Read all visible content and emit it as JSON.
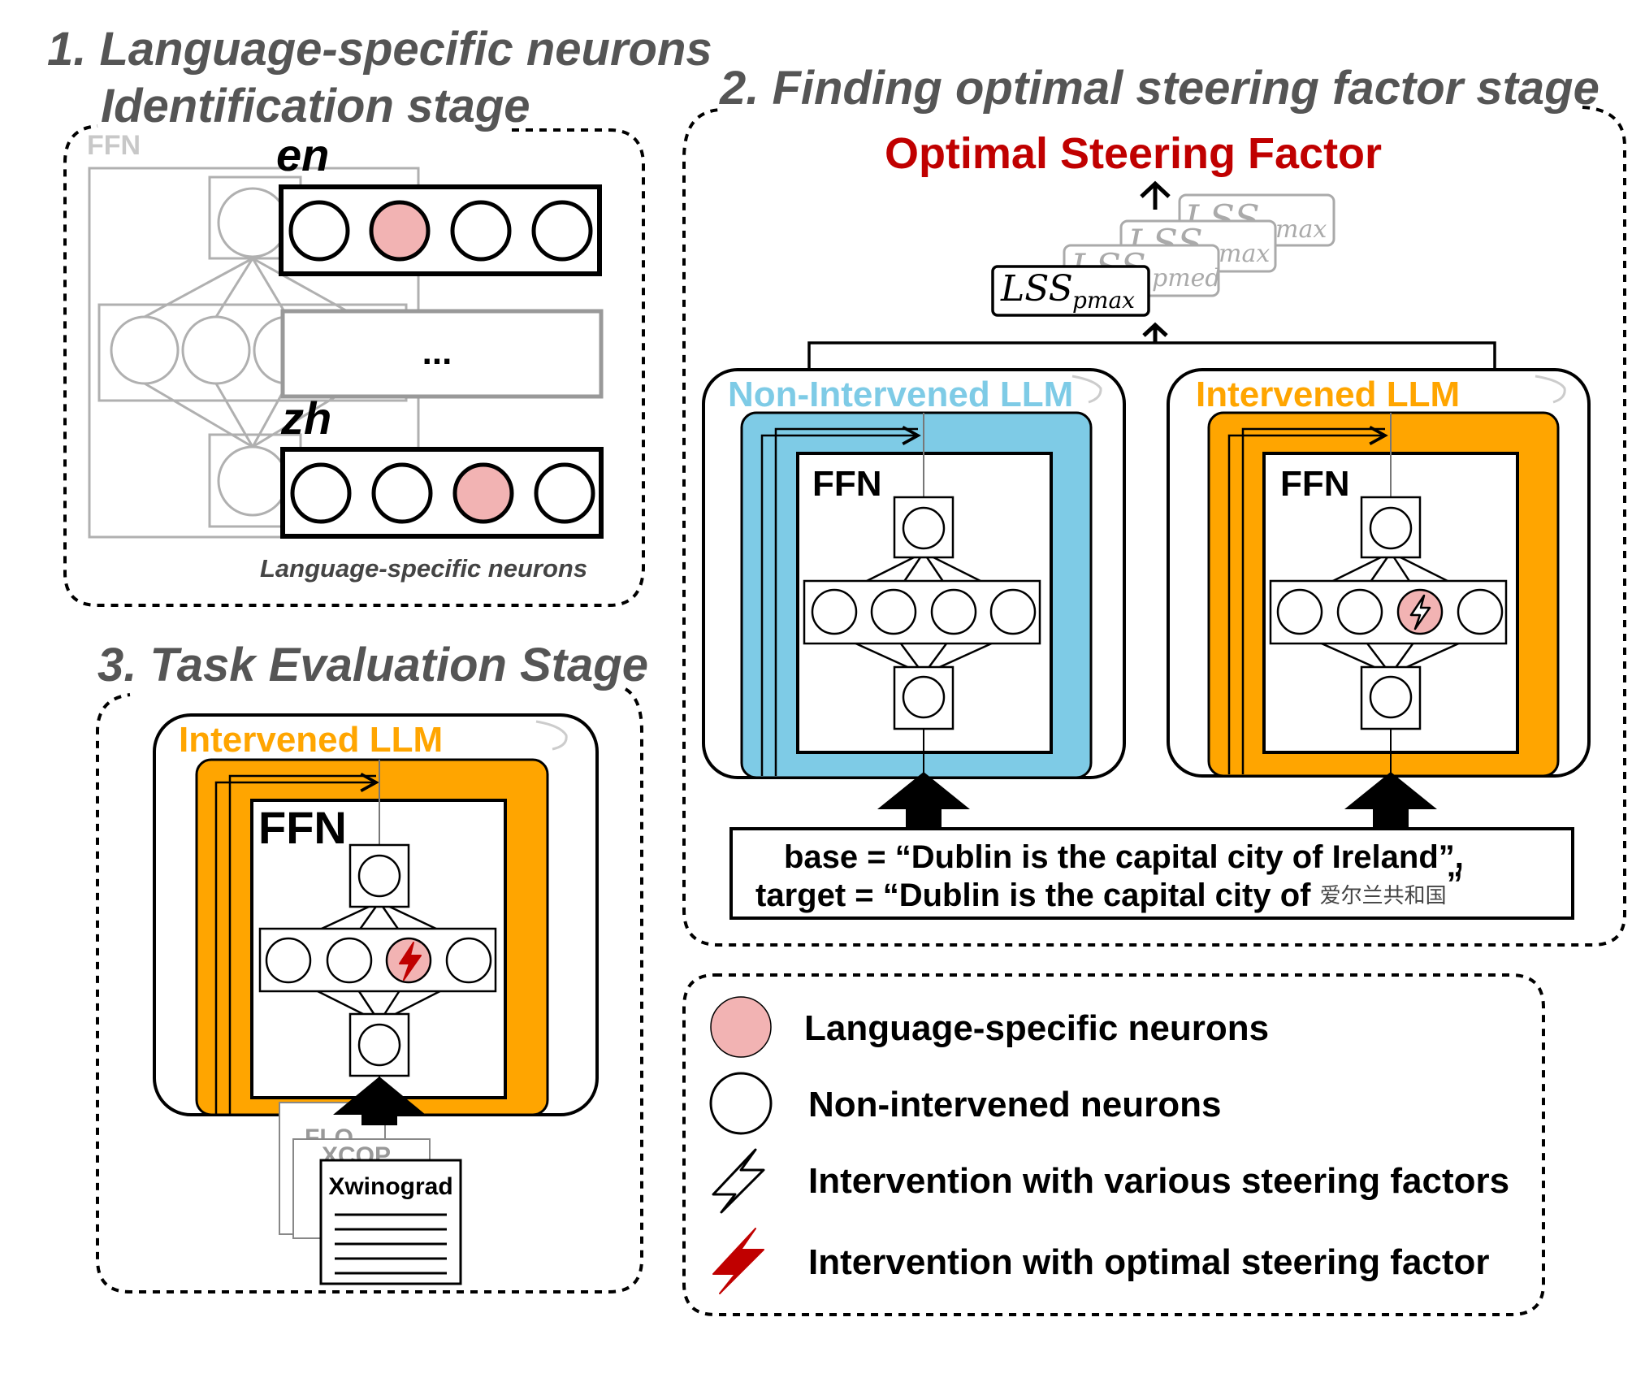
{
  "stage1": {
    "title_line1": "1. Language-specific neurons",
    "title_line2": "Identification stage",
    "ffn_label": "FFN",
    "lang_en": "en",
    "lang_zh": "zh",
    "ellipsis": "...",
    "caption": "Language-specific neurons"
  },
  "stage2": {
    "title": "2. Finding optimal steering factor stage",
    "optimal_label": "Optimal Steering Factor",
    "lss_main": "LSS",
    "lss_main_sub": "pmax",
    "lss_card2_sub": "pmed",
    "lss_card3_sub": "max",
    "lss_card4_sub": "max",
    "non_intervened_llm": "Non-Intervened LLM",
    "intervened_llm": "Intervened LLM",
    "ffn_left": "FFN",
    "ffn_right": "FFN",
    "base_prompt": "base = “Dublin is the capital city of Ireland”,",
    "target_prompt_prefix": "target = “Dublin is the capital city of ",
    "target_prompt_cjk": "爱尔兰共和国",
    "target_prompt_suffix": "”"
  },
  "stage3": {
    "title": "3. Task Evaluation Stage",
    "intervened_llm": "Intervened LLM",
    "ffn_label": "FFN",
    "doc_back1": "FLO",
    "doc_back2": "XCOP",
    "doc_front": "Xwinograd"
  },
  "legend": {
    "items": [
      {
        "label": "Language-specific neurons",
        "icon": "pink-neuron-icon"
      },
      {
        "label": "Non-intervened  neurons",
        "icon": "white-neuron-icon"
      },
      {
        "label": "Intervention with various steering factors",
        "icon": "outline-lightning-icon"
      },
      {
        "label": "Intervention with optimal steering factor",
        "icon": "red-lightning-icon"
      }
    ]
  },
  "colors": {
    "pink": "#F2B3B3",
    "blue": "#7ECBE6",
    "orange": "#FFA500",
    "dark_red": "#C00000",
    "gray_title": "#555555",
    "light_gray": "#B0B0B0"
  }
}
